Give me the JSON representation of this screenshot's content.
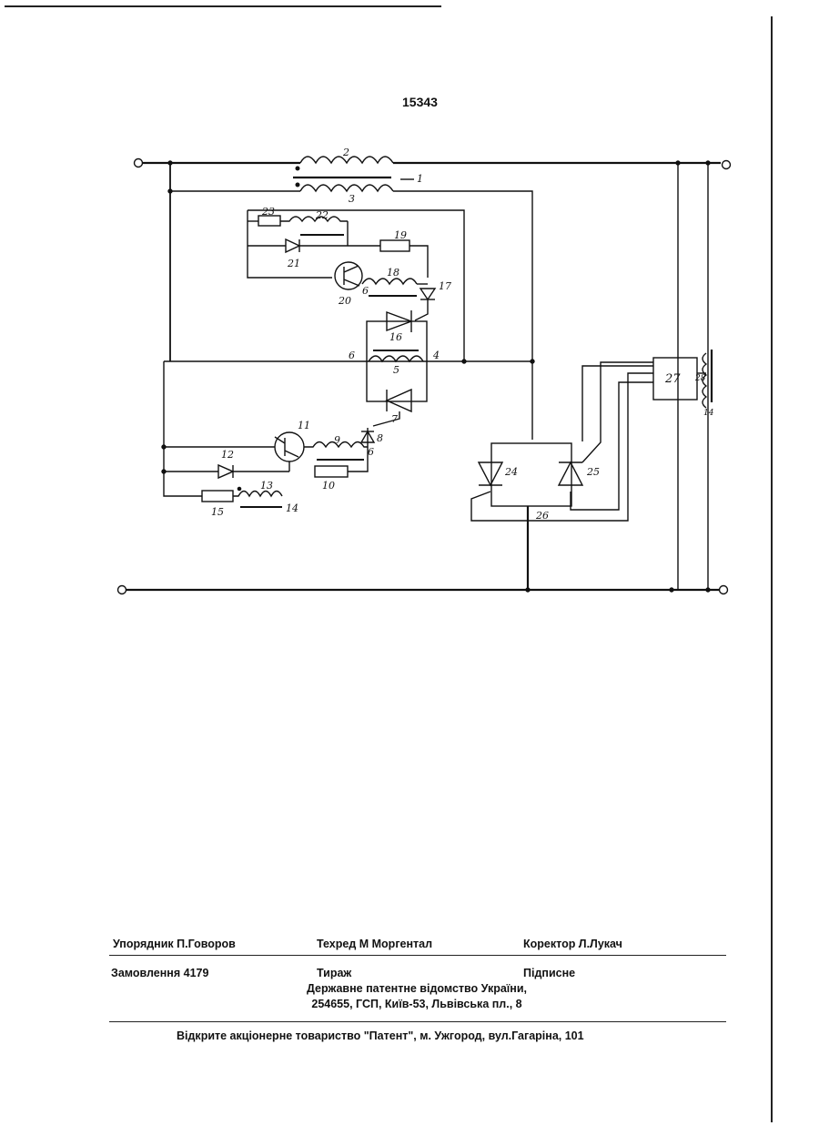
{
  "page": {
    "number": "15343"
  },
  "schematic": {
    "labels": {
      "l1": "1",
      "l2": "2",
      "l3": "3",
      "l4": "4",
      "l5": "5",
      "l6": "6",
      "l6b": "6",
      "l6c": "6",
      "l7": "7",
      "l8": "8",
      "l9": "9",
      "l10": "10",
      "l11": "11",
      "l12": "12",
      "l13": "13",
      "l14": "14",
      "l14b": "14",
      "l15": "15",
      "l16": "16",
      "l17": "17",
      "l18": "18",
      "l19": "19",
      "l20": "20",
      "l21": "21",
      "l22": "22",
      "l23": "23",
      "l24": "24",
      "l25": "25",
      "l26": "26",
      "l27": "27",
      "l28": "28"
    }
  },
  "footer": {
    "compiler": "Упорядник  П.Говоров",
    "techred": "Техред М Моргентал",
    "corrector": "Коректор  Л.Лукач",
    "order": "Замовлення 4179",
    "circulation": "Тираж",
    "subscription": "Підписне",
    "office_line1": "Державне  патентне  відомство  України,",
    "office_line2": "254655, ГСП, Київ-53, Львівська пл., 8",
    "publisher": "Відкрите акціонерне товариство  \"Патент\", м. Ужгород, вул.Гагаріна, 101"
  }
}
